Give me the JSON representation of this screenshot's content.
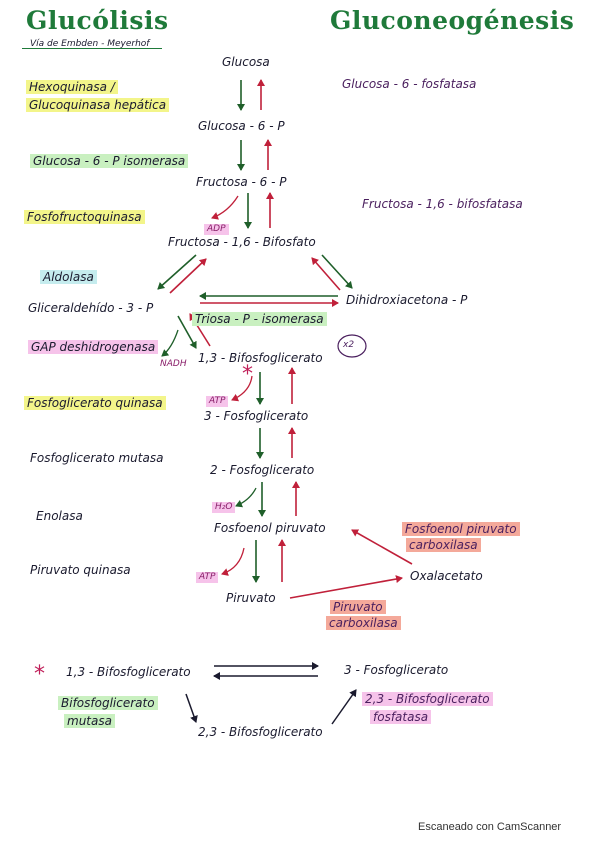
{
  "titles": {
    "left": "Glucólisis",
    "left_subtitle": "Vía de Embden - Meyerhof",
    "right": "Gluconeogénesis"
  },
  "metabolites": {
    "glucosa": "Glucosa",
    "g6p": "Glucosa - 6 - P",
    "f6p": "Fructosa - 6 - P",
    "f16bp": "Fructosa - 1,6 - Bifosfato",
    "gap": "Gliceraldehído - 3 - P",
    "dhap": "Dihidroxiacetona - P",
    "bpg13": "1,3 - Bifosfoglicerato",
    "pg3": "3 - Fosfoglicerato",
    "pg2": "2 - Fosfoglicerato",
    "pep": "Fosfoenol piruvato",
    "piruvato": "Piruvato",
    "oxalacetato": "Oxalacetato",
    "x2": "x2"
  },
  "glycolysis_enzymes": {
    "hexoquinasa": "Hexoquinasa /",
    "glucoquinasa": "Glucoquinasa hepática",
    "g6p_isomerasa": "Glucosa - 6 - P isomerasa",
    "pfk": "Fosfofructoquinasa",
    "aldolasa": "Aldolasa",
    "tpi": "Triosa - P - isomerasa",
    "gapdh": "GAP deshidrogenasa",
    "pgk": "Fosfoglicerato quinasa",
    "pgm": "Fosfoglicerato mutasa",
    "enolasa": "Enolasa",
    "pk": "Piruvato quinasa"
  },
  "gluconeogenesis_enzymes": {
    "g6pasa": "Glucosa - 6 - fosfatasa",
    "fbpasa": "Fructosa - 1,6 - bifosfatasa",
    "pepck_1": "Fosfoenol piruvato",
    "pepck_2": "carboxilasa",
    "pc_1": "Piruvato",
    "pc_2": "carboxilasa"
  },
  "cofactors": {
    "adp": "ADP",
    "nadh": "NADH",
    "atp1": "ATP",
    "h2o": "H₂O",
    "atp2": "ATP"
  },
  "shunt": {
    "star": "*",
    "bpg13": "1,3 - Bifosfoglicerato",
    "pg3": "3 - Fosfoglicerato",
    "bpg23": "2,3 - Bifosfoglicerato",
    "mutasa_1": "Bifosfoglicerato",
    "mutasa_2": "mutasa",
    "fosfatasa_1": "2,3 - Bifosfoglicerato",
    "fosfatasa_2": "fosfatasa"
  },
  "footer": "Escaneado con CamScanner",
  "colors": {
    "glycolysis_arrow": "#1f5f2a",
    "gluconeogenesis_arrow": "#c0203a",
    "title_green": "#1f7a3a",
    "highlight_yellow": "#f3f58a",
    "highlight_green": "#c9f0c0",
    "highlight_blue": "#c5ecee",
    "highlight_pink": "#f6c3ea",
    "highlight_salmon": "#f4a99a",
    "ink": "#1a1a2e"
  }
}
